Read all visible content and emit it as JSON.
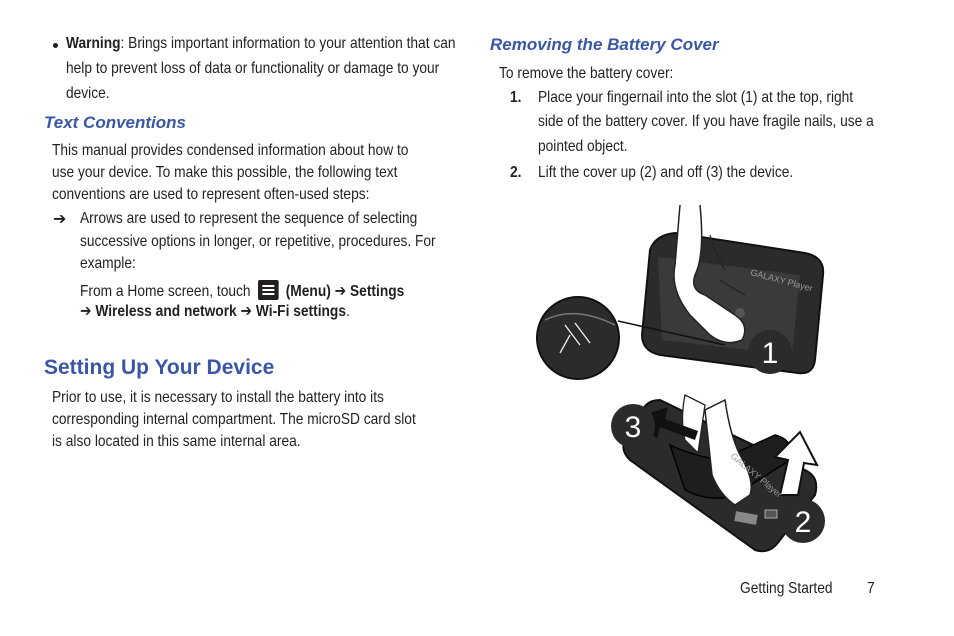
{
  "left": {
    "warning": {
      "bold": "Warning",
      "line1": ": Brings important information to your attention that can",
      "line2": "help to prevent loss of data or functionality or damage to your",
      "line3": "device."
    },
    "text_conventions": {
      "heading": "Text Conventions",
      "para_lines": [
        "This manual provides condensed information about how to",
        "use your device. To make this possible, the following text",
        "conventions are used to represent often-used steps:"
      ],
      "arrow_symbol": "➔",
      "arrow_lines": [
        "Arrows are used to represent the sequence of selecting",
        "successive options in longer, or repetitive, procedures. For",
        "example:"
      ],
      "example": {
        "prefix": "From a Home screen, touch",
        "menu": "(Menu)",
        "arrow": "➔",
        "settings": "Settings",
        "wireless": "Wireless and network",
        "wifi": "Wi-Fi settings",
        "period": "."
      }
    },
    "setting_up": {
      "heading": "Setting Up Your Device",
      "para_lines": [
        "Prior to use, it is necessary to install the battery into its",
        "corresponding internal compartment. The microSD card slot",
        "is also located in this same internal area."
      ]
    }
  },
  "right": {
    "heading": "Removing the Battery Cover",
    "intro": "To remove the battery cover:",
    "steps": [
      {
        "num": "1.",
        "lines": [
          "Place your fingernail into the slot (1) at the top, right",
          "side of the battery cover. If you have fragile nails, use a",
          "pointed object."
        ]
      },
      {
        "num": "2.",
        "lines": [
          "Lift the cover up (2) and off (3) the device."
        ]
      }
    ],
    "callouts": [
      "1",
      "2",
      "3"
    ],
    "device_label": "GALAXY Player"
  },
  "footer": {
    "section": "Getting Started",
    "page": "7"
  },
  "colors": {
    "heading": "#3a56a6",
    "text": "#231f20",
    "device": "#2b2b2b"
  }
}
